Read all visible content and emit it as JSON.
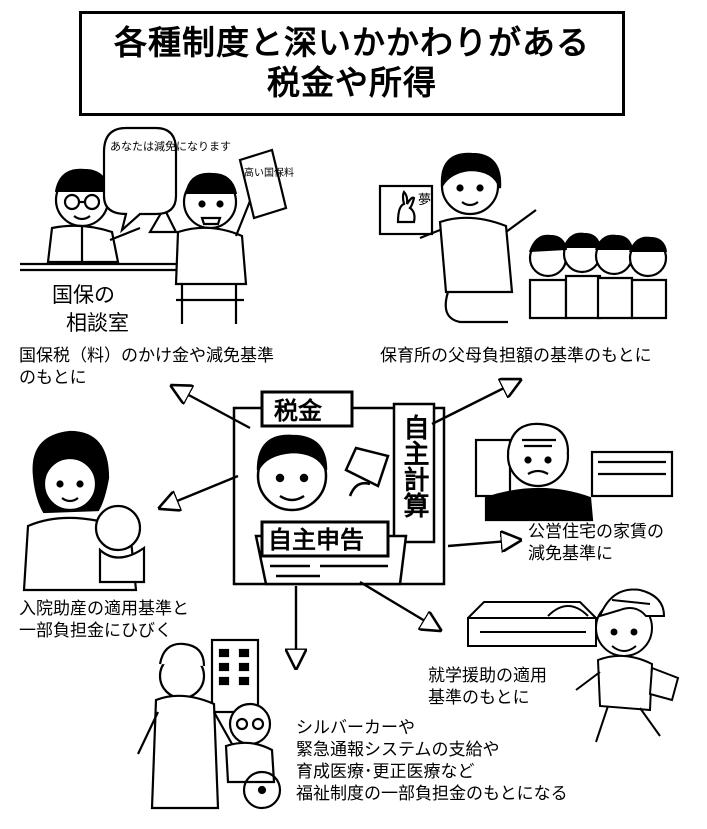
{
  "title": {
    "line1": "各種制度と深いかかわりがある",
    "line2": "税金や所得"
  },
  "center": {
    "tax_sign": "税金",
    "self_calc_sign": "自主計算",
    "self_report_sign": "自主申告"
  },
  "consultation": {
    "room_sign_line1": "国保の",
    "room_sign_line2": "相談室",
    "speech": "あなたは減免になります",
    "paper": "高い国保料"
  },
  "nursery": {
    "card": "夢"
  },
  "labels": {
    "kokuho": [
      "国保税（料）のかけ金や減免基準",
      "のもとに"
    ],
    "hoikusho": [
      "保育所の父母負担額の基準のもとに"
    ],
    "hospital": [
      "入院助産の適用基準と",
      "一部負担金にひびく"
    ],
    "housing": [
      "公営住宅の家賃の",
      "減免基準に"
    ],
    "school": [
      "就学援助の適用",
      "基準のもとに"
    ],
    "welfare": [
      "シルバーカーや",
      "緊急通報システムの支給や",
      "育成医療･更正医療など",
      "福祉制度の一部負担金のもとになる"
    ]
  },
  "colors": {
    "ink": "#000000",
    "paper": "#ffffff"
  }
}
